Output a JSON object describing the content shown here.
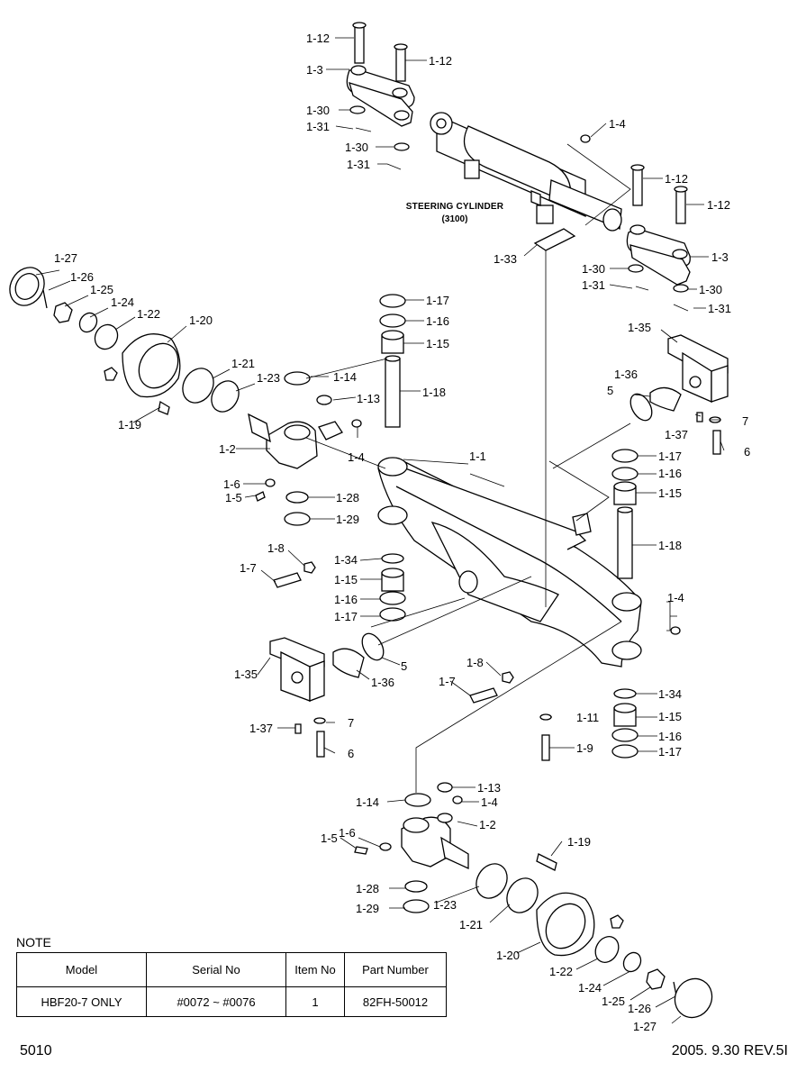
{
  "diagram": {
    "cylinder_title": "STEERING CYLINDER",
    "cylinder_code": "(3100)",
    "labels": {
      "l1_12a": "1-12",
      "l1_12b": "1-12",
      "l1_3a": "1-3",
      "l1_30a": "1-30",
      "l1_31a": "1-31",
      "l1_30b": "1-30",
      "l1_31b": "1-31",
      "l1_4a": "1-4",
      "l1_12c": "1-12",
      "l1_12d": "1-12",
      "l1_33": "1-33",
      "l1_30c": "1-30",
      "l1_3b": "1-3",
      "l1_31c": "1-31",
      "l1_30d": "1-30",
      "l1_31d": "1-31",
      "l1_27a": "1-27",
      "l1_26a": "1-26",
      "l1_25a": "1-25",
      "l1_24a": "1-24",
      "l1_22a": "1-22",
      "l1_20a": "1-20",
      "l1_21a": "1-21",
      "l1_23a": "1-23",
      "l1_14a": "1-14",
      "l1_13a": "1-13",
      "l1_19a": "1-19",
      "l1_2a": "1-2",
      "l1_4b": "1-4",
      "l1_6a": "1-6",
      "l1_5a": "1-5",
      "l1_28a": "1-28",
      "l1_29a": "1-29",
      "l1_17a": "1-17",
      "l1_16a": "1-16",
      "l1_15a": "1-15",
      "l1_18a": "1-18",
      "l1_1": "1-1",
      "l1_35a": "1-35",
      "l1_36a": "1-36",
      "l5a": "5",
      "l1_37a": "1-37",
      "l7a": "7",
      "l6a": "6",
      "l1_17b": "1-17",
      "l1_16b": "1-16",
      "l1_15b": "1-15",
      "l1_18b": "1-18",
      "l1_8a": "1-8",
      "l1_7a": "1-7",
      "l1_34a": "1-34",
      "l1_15c": "1-15",
      "l1_16c": "1-16",
      "l1_17c": "1-17",
      "l1_4c": "1-4",
      "l1_35b": "1-35",
      "l1_36b": "1-36",
      "l5b": "5",
      "l1_8b": "1-8",
      "l1_7b": "1-7",
      "l1_34b": "1-34",
      "l1_37b": "1-37",
      "l7b": "7",
      "l1_11": "1-11",
      "l1_15d": "1-15",
      "l6b": "6",
      "l1_16d": "1-16",
      "l1_9": "1-9",
      "l1_17d": "1-17",
      "l1_13b": "1-13",
      "l1_14b": "1-14",
      "l1_4d": "1-4",
      "l1_2b": "1-2",
      "l1_5b": "1-5",
      "l1_6b": "1-6",
      "l1_19b": "1-19",
      "l1_28b": "1-28",
      "l1_23b": "1-23",
      "l1_29b": "1-29",
      "l1_21b": "1-21",
      "l1_20b": "1-20",
      "l1_22b": "1-22",
      "l1_24b": "1-24",
      "l1_25b": "1-25",
      "l1_26b": "1-26",
      "l1_27b": "1-27"
    }
  },
  "note": {
    "title": "NOTE",
    "headers": [
      "Model",
      "Serial No",
      "Item No",
      "Part Number"
    ],
    "rows": [
      [
        "HBF20-7 ONLY",
        "#0072 ~ #0076",
        "1",
        "82FH-50012"
      ]
    ]
  },
  "footer": {
    "page": "5010",
    "revision": "2005. 9.30 REV.5I"
  }
}
